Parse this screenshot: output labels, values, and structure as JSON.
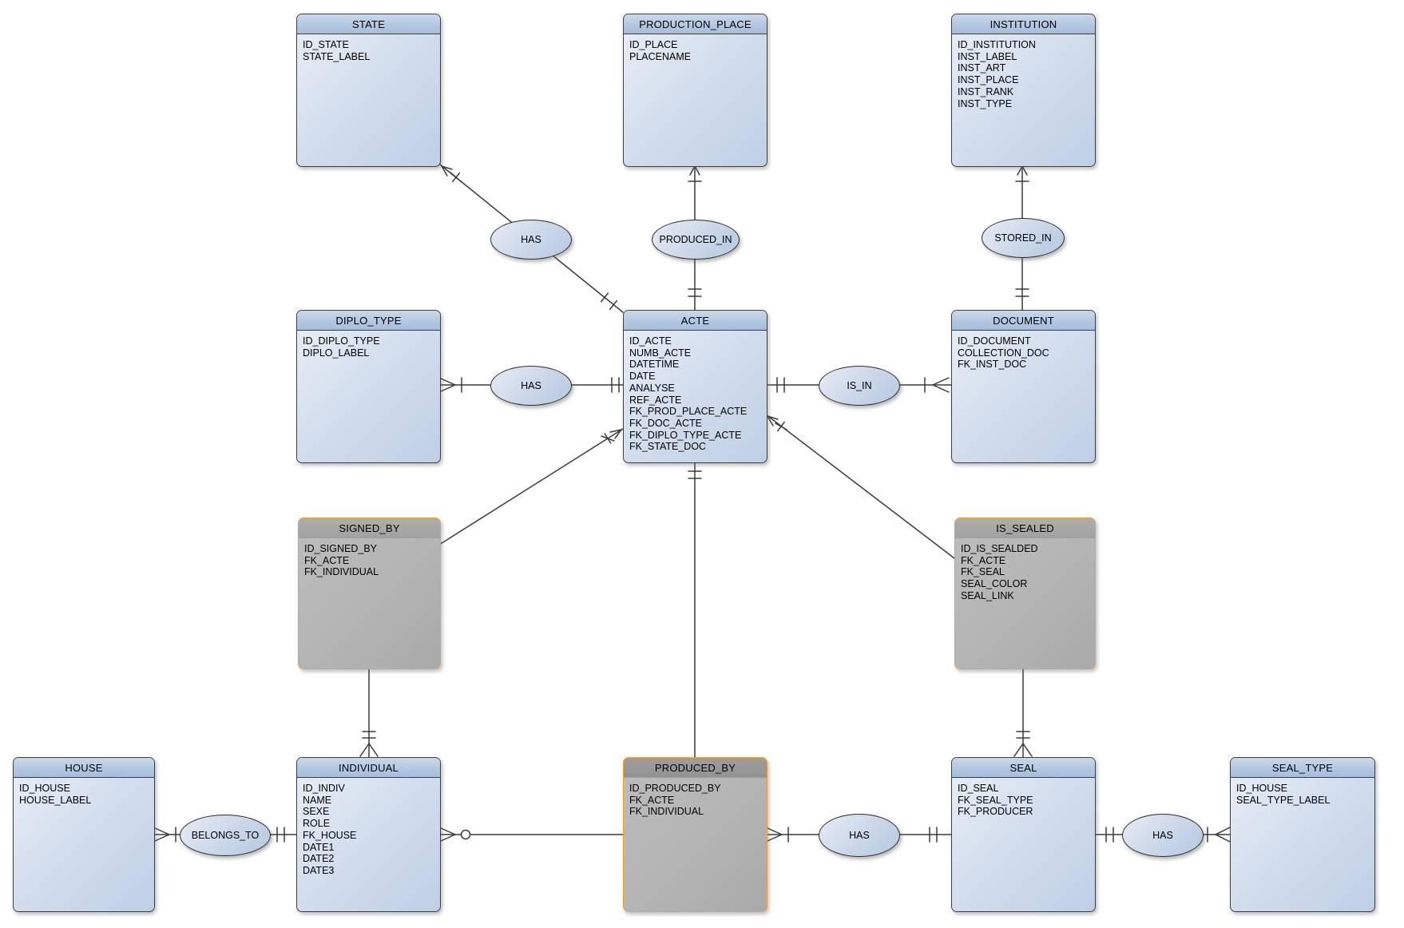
{
  "entities": {
    "state": {
      "name": "STATE",
      "fields": [
        "ID_STATE",
        "STATE_LABEL"
      ]
    },
    "production_place": {
      "name": "PRODUCTION_PLACE",
      "fields": [
        "ID_PLACE",
        "PLACENAME"
      ]
    },
    "institution": {
      "name": "INSTITUTION",
      "fields": [
        "ID_INSTITUTION",
        "INST_LABEL",
        "INST_ART",
        "INST_PLACE",
        "INST_RANK",
        "INST_TYPE"
      ]
    },
    "diplo_type": {
      "name": "DIPLO_TYPE",
      "fields": [
        "ID_DIPLO_TYPE",
        "DIPLO_LABEL"
      ]
    },
    "acte": {
      "name": "ACTE",
      "fields": [
        "ID_ACTE",
        "NUMB_ACTE",
        "DATETIME",
        "DATE",
        "ANALYSE",
        "REF_ACTE",
        "FK_PROD_PLACE_ACTE",
        "FK_DOC_ACTE",
        "FK_DIPLO_TYPE_ACTE",
        "FK_STATE_DOC"
      ]
    },
    "document": {
      "name": "DOCUMENT",
      "fields": [
        "ID_DOCUMENT",
        "COLLECTION_DOC",
        "FK_INST_DOC"
      ]
    },
    "signed_by": {
      "name": "SIGNED_BY",
      "fields": [
        "ID_SIGNED_BY",
        "FK_ACTE",
        "FK_INDIVIDUAL"
      ]
    },
    "is_sealed": {
      "name": "IS_SEALED",
      "fields": [
        "ID_IS_SEALDED",
        "FK_ACTE",
        "FK_SEAL",
        "SEAL_COLOR",
        "SEAL_LINK"
      ]
    },
    "house": {
      "name": "HOUSE",
      "fields": [
        "ID_HOUSE",
        "HOUSE_LABEL"
      ]
    },
    "individual": {
      "name": "INDIVIDUAL",
      "fields": [
        "ID_INDIV",
        "NAME",
        "SEXE",
        "ROLE",
        "FK_HOUSE",
        "DATE1",
        "DATE2",
        "DATE3"
      ]
    },
    "produced_by": {
      "name": "PRODUCED_BY",
      "fields": [
        "ID_PRODUCED_BY",
        "FK_ACTE",
        "FK_INDIVIDUAL"
      ]
    },
    "seal": {
      "name": "SEAL",
      "fields": [
        "ID_SEAL",
        "FK_SEAL_TYPE",
        "FK_PRODUCER"
      ]
    },
    "seal_type": {
      "name": "SEAL_TYPE",
      "fields": [
        "ID_HOUSE",
        "SEAL_TYPE_LABEL"
      ]
    }
  },
  "relationships": {
    "has_state_acte": {
      "label": "HAS"
    },
    "produced_in": {
      "label": "PRODUCED_IN"
    },
    "stored_in": {
      "label": "STORED_IN"
    },
    "has_diplo_acte": {
      "label": "HAS"
    },
    "is_in": {
      "label": "IS_IN"
    },
    "belongs_to": {
      "label": "BELONGS_TO"
    },
    "has_produced_seal": {
      "label": "HAS"
    },
    "has_seal_type": {
      "label": "HAS"
    }
  },
  "colors": {
    "entity_header": "#b3c8e1",
    "entity_body_light": "#eaeff7",
    "entity_body_dark": "#bfcfe4",
    "association_border": "#f0a136",
    "association_header": "#a2a2a2",
    "association_body": "#b3b3b3",
    "line": "#3a3a3a",
    "background": "#ffffff"
  }
}
